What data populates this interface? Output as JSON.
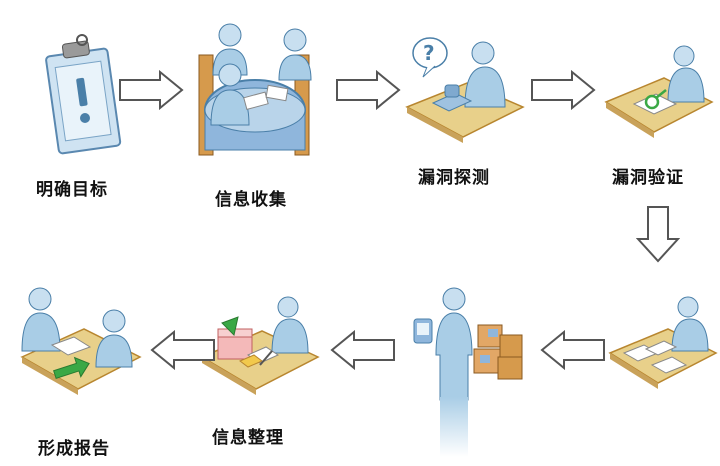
{
  "diagram": {
    "steps": [
      {
        "id": "goal",
        "label": "明确目标",
        "icon": "clipboard-exclamation-icon"
      },
      {
        "id": "collect",
        "label": "信息收集",
        "icon": "meeting-table-icon"
      },
      {
        "id": "detect",
        "label": "漏洞探测",
        "icon": "phone-question-icon"
      },
      {
        "id": "verify",
        "label": "漏洞验证",
        "icon": "desk-magnifier-icon"
      },
      {
        "id": "exploit",
        "label": "",
        "icon": "person-boxes-icon"
      },
      {
        "id": "analyze",
        "label": "",
        "icon": "desk-documents-icon"
      },
      {
        "id": "organize",
        "label": "信息整理",
        "icon": "desk-chart-icon"
      },
      {
        "id": "report",
        "label": "形成报告",
        "icon": "handover-document-icon"
      }
    ],
    "colors": {
      "person": "#a9cde6",
      "person_stroke": "#4a7fa8",
      "desk": "#e8d08a",
      "desk_edge": "#b8862f",
      "chair": "#d69a4c",
      "table_blue": "#8fb6dc",
      "arrow_stroke": "#555555",
      "doc": "#ffffff",
      "accent_green": "#3aa845",
      "accent_red": "#e06a6a"
    }
  }
}
